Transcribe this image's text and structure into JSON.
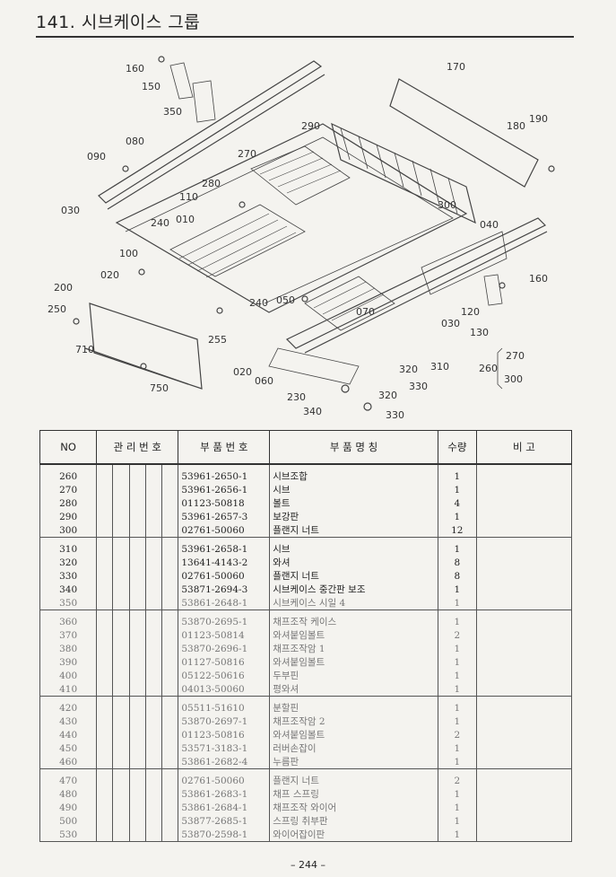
{
  "page_title": "141. 시브케이스 그룹",
  "page_number": "– 244 –",
  "diagram_callouts": [
    "160",
    "150",
    "350",
    "170",
    "290",
    "180",
    "190",
    "080",
    "090",
    "270",
    "280",
    "110",
    "030",
    "240",
    "010",
    "300",
    "040",
    "100",
    "020",
    "160",
    "200",
    "050",
    "240",
    "070",
    "120",
    "250",
    "255",
    "130",
    "030",
    "710",
    "020",
    "060",
    "320",
    "310",
    "270",
    "260",
    "300",
    "230",
    "330",
    "320",
    "340",
    "330",
    "750"
  ],
  "table": {
    "headers": [
      "NO",
      "관 리 번 호",
      "부 품 번 호",
      "부 품 명 칭",
      "수량",
      "비 고"
    ],
    "rows": [
      {
        "no": "260",
        "part": "53961-2650-1",
        "name": "시브조합",
        "qty": "1"
      },
      {
        "no": "270",
        "part": "53961-2656-1",
        "name": "시브",
        "qty": "1"
      },
      {
        "no": "280",
        "part": "01123-50818",
        "name": "볼트",
        "qty": "4"
      },
      {
        "no": "290",
        "part": "53961-2657-3",
        "name": "보강판",
        "qty": "1"
      },
      {
        "no": "300",
        "part": "02761-50060",
        "name": "플랜지 너트",
        "qty": "12"
      },
      {
        "no": "310",
        "part": "53961-2658-1",
        "name": "시브",
        "qty": "1"
      },
      {
        "no": "320",
        "part": "13641-4143-2",
        "name": "와셔",
        "qty": "8"
      },
      {
        "no": "330",
        "part": "02761-50060",
        "name": "플랜지 너트",
        "qty": "8"
      },
      {
        "no": "340",
        "part": "53871-2694-3",
        "name": "시브케이스 중간판 보조",
        "qty": "1"
      },
      {
        "no": "350",
        "part": "53861-2648-1",
        "name": "시브케이스 시일 4",
        "qty": "1"
      },
      {
        "no": "360",
        "part": "53870-2695-1",
        "name": "채프조작 케이스",
        "qty": "1"
      },
      {
        "no": "370",
        "part": "01123-50814",
        "name": "와셔붙임볼트",
        "qty": "2"
      },
      {
        "no": "380",
        "part": "53870-2696-1",
        "name": "채프조작암 1",
        "qty": "1"
      },
      {
        "no": "390",
        "part": "01127-50816",
        "name": "와셔붙임볼트",
        "qty": "1"
      },
      {
        "no": "400",
        "part": "05122-50616",
        "name": "두부핀",
        "qty": "1"
      },
      {
        "no": "410",
        "part": "04013-50060",
        "name": "평와셔",
        "qty": "1"
      },
      {
        "no": "420",
        "part": "05511-51610",
        "name": "분할핀",
        "qty": "1"
      },
      {
        "no": "430",
        "part": "53870-2697-1",
        "name": "채프조작암 2",
        "qty": "1"
      },
      {
        "no": "440",
        "part": "01123-50816",
        "name": "와셔붙임볼트",
        "qty": "2"
      },
      {
        "no": "450",
        "part": "53571-3183-1",
        "name": "러버손잡이",
        "qty": "1"
      },
      {
        "no": "460",
        "part": "53861-2682-4",
        "name": "누름판",
        "qty": "1"
      },
      {
        "no": "470",
        "part": "02761-50060",
        "name": "플랜지 너트",
        "qty": "2"
      },
      {
        "no": "480",
        "part": "53861-2683-1",
        "name": "채프 스프링",
        "qty": "1"
      },
      {
        "no": "490",
        "part": "53861-2684-1",
        "name": "채프조작 와이어",
        "qty": "1"
      },
      {
        "no": "500",
        "part": "53877-2685-1",
        "name": "스프링 취부판",
        "qty": "1"
      },
      {
        "no": "530",
        "part": "53870-2598-1",
        "name": "와이어잡이판",
        "qty": "1"
      }
    ]
  }
}
